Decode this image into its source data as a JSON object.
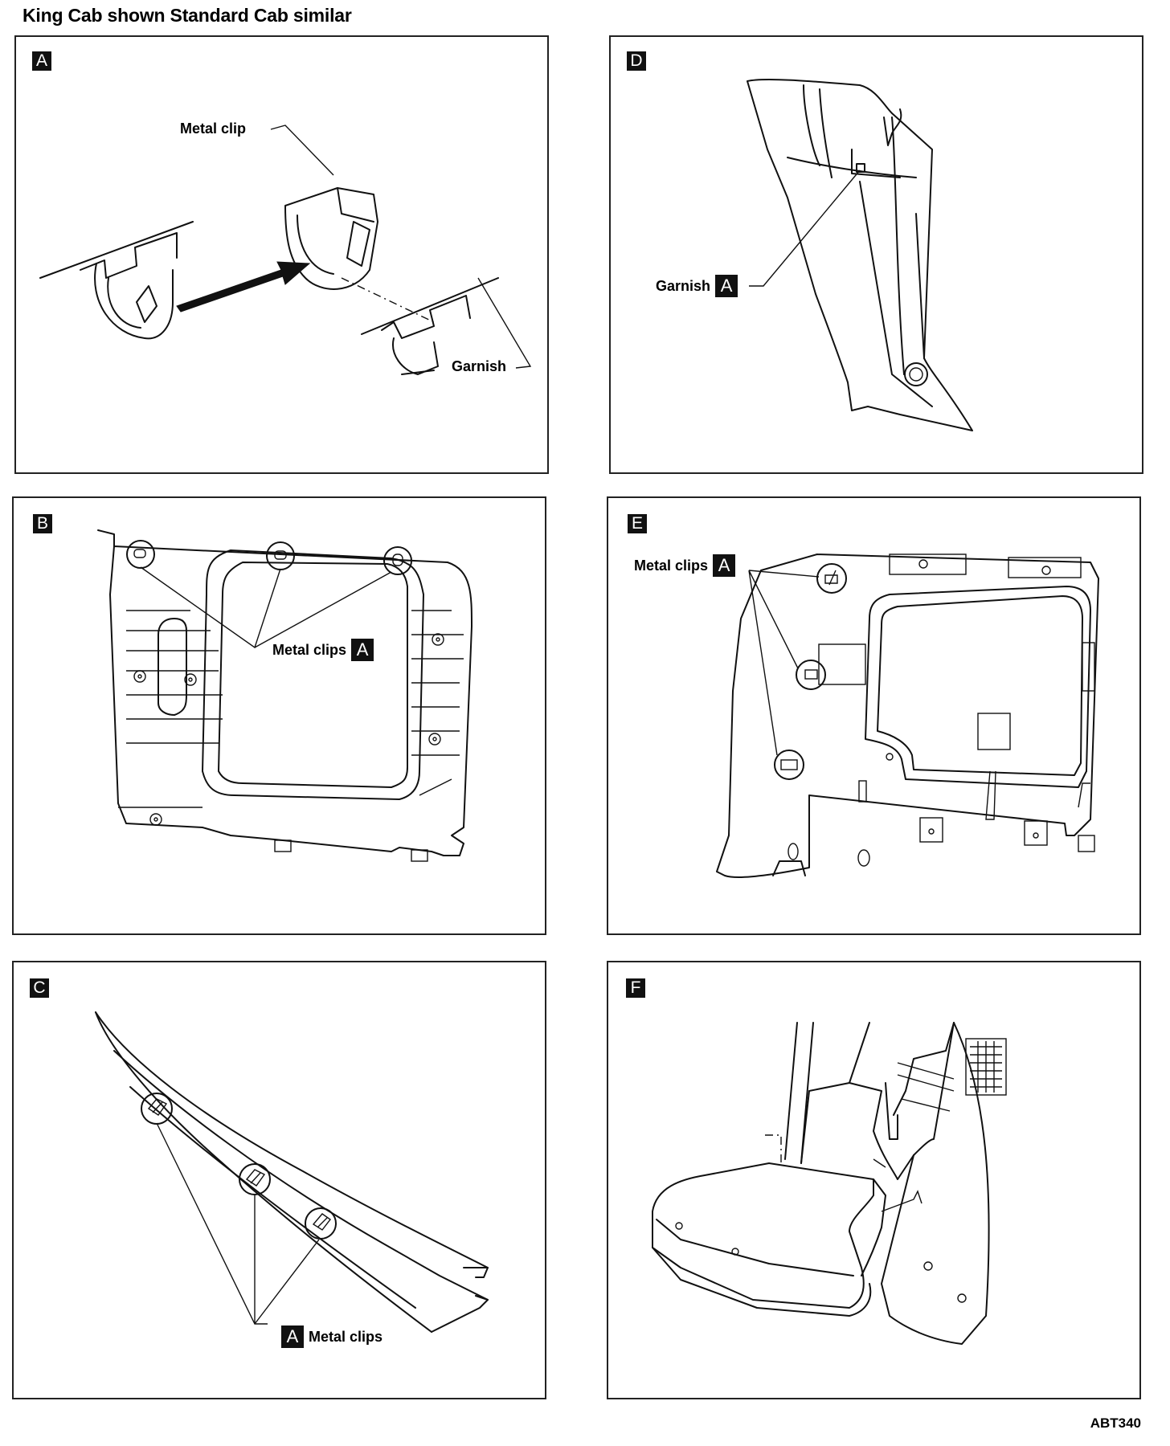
{
  "title": "King Cab shown Standard Cab similar",
  "footer_code": "ABT340",
  "panels": [
    {
      "id": "A",
      "labels": {
        "metal_clip": "Metal clip",
        "garnish": "Garnish"
      }
    },
    {
      "id": "B",
      "labels": {
        "metal_clips": "Metal clips",
        "ref": "A"
      }
    },
    {
      "id": "C",
      "labels": {
        "metal_clips": "Metal clips",
        "ref": "A"
      }
    },
    {
      "id": "D",
      "labels": {
        "garnish": "Garnish",
        "ref": "A"
      }
    },
    {
      "id": "E",
      "labels": {
        "metal_clips": "Metal clips",
        "ref": "A"
      }
    },
    {
      "id": "F",
      "labels": {}
    }
  ]
}
